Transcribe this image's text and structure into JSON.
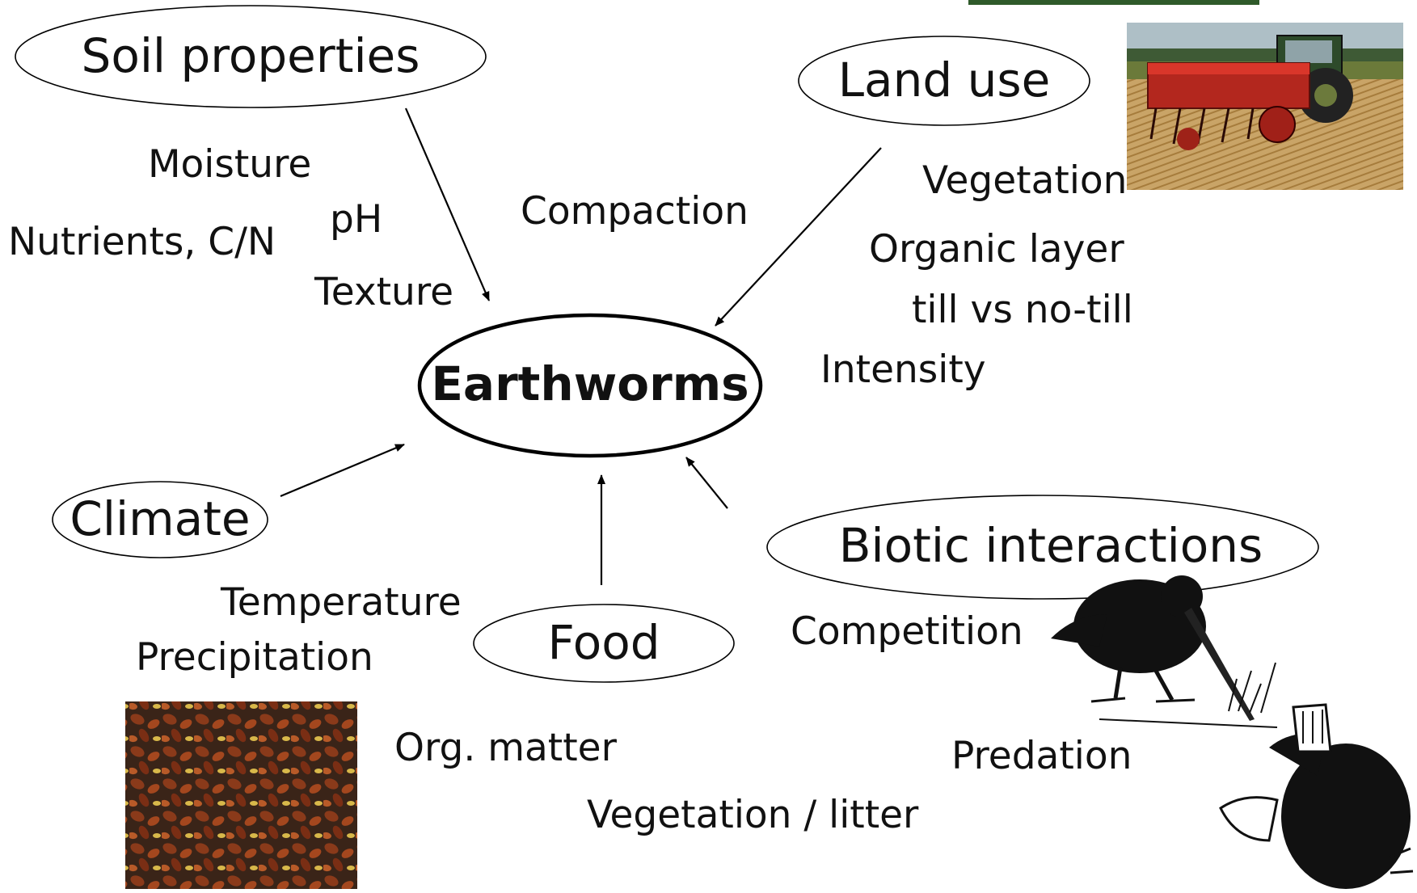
{
  "center": {
    "label": "Earthworms"
  },
  "nodes": {
    "soil_properties": "Soil properties",
    "land_use": "Land use",
    "climate": "Climate",
    "food": "Food",
    "biotic_interactions": "Biotic interactions"
  },
  "factors": {
    "soil": [
      "Moisture",
      "Nutrients, C/N",
      "pH",
      "Texture",
      "Compaction"
    ],
    "land_use": [
      "Vegetation",
      "Organic layer",
      "till vs no-till",
      "Intensity"
    ],
    "climate": [
      "Temperature",
      "Precipitation"
    ],
    "food": [
      "Org. matter",
      "Vegetation / litter"
    ],
    "biotic": [
      "Competition",
      "Predation"
    ]
  },
  "images": {
    "tractor": "tractor-seeder-photo",
    "leaf_litter": "leaf-litter-photo",
    "predators": "bird-and-mole-predators-drawing"
  }
}
